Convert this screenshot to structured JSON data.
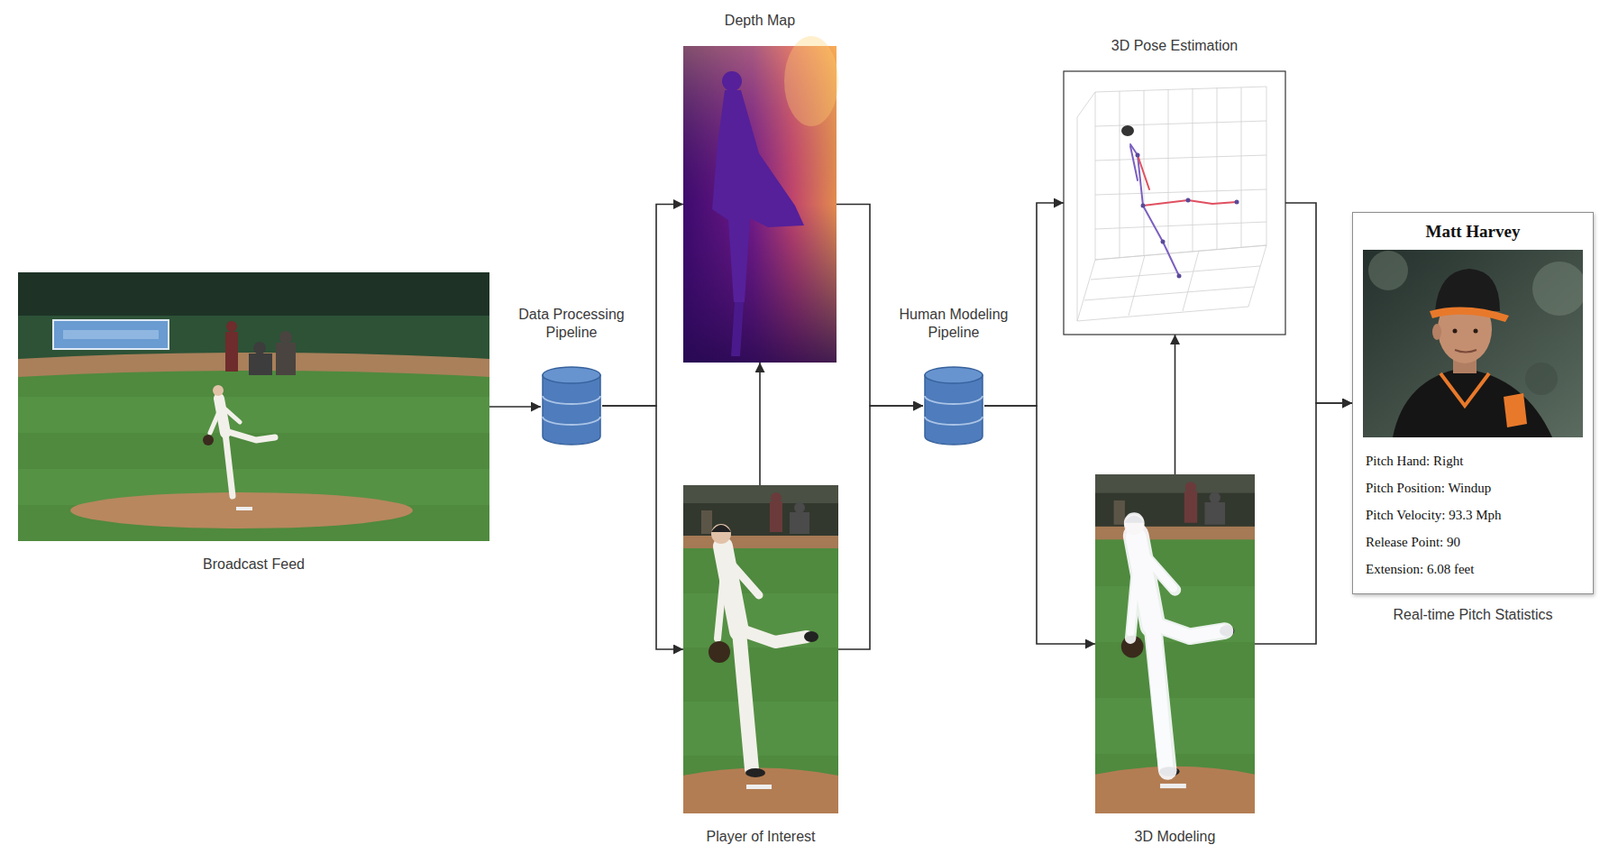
{
  "diagram": {
    "nodes": [
      {
        "text": [
          "Broadcast Feed"
        ]
      },
      {
        "text": [
          "Data Processing Pipeline"
        ]
      },
      {
        "text": [
          "Depth Map"
        ]
      },
      {
        "text": [
          "Player of Interest"
        ]
      },
      {
        "text": [
          "Human Modeling Pipeline"
        ]
      },
      {
        "text": [
          "3D Pose Estimation"
        ]
      },
      {
        "text": [
          "3D Modeling"
        ]
      },
      {
        "text": [
          "Matt Harvey",
          "Pitch Hand: Right",
          "Pitch Position: Windup",
          "Pitch Velocity: 93.3 Mph",
          "Release Point: 90",
          "Extension: 6.08 feet",
          "Real-time Pitch Statistics"
        ]
      }
    ],
    "edges": [
      {
        "from": 0,
        "to": 1,
        "arrow": "to"
      },
      {
        "from": 1,
        "to": 2,
        "arrow": "to"
      },
      {
        "from": 1,
        "to": 3,
        "arrow": "to"
      },
      {
        "from": 3,
        "to": 2,
        "arrow": "to"
      },
      {
        "from": 2,
        "to": 4,
        "arrow": "to"
      },
      {
        "from": 3,
        "to": 4,
        "arrow": "to"
      },
      {
        "from": 4,
        "to": 5,
        "arrow": "to"
      },
      {
        "from": 4,
        "to": 6,
        "arrow": "to"
      },
      {
        "from": 6,
        "to": 5,
        "arrow": "to"
      },
      {
        "from": 5,
        "to": 7,
        "arrow": "to"
      },
      {
        "from": 6,
        "to": 7,
        "arrow": "to"
      }
    ]
  }
}
